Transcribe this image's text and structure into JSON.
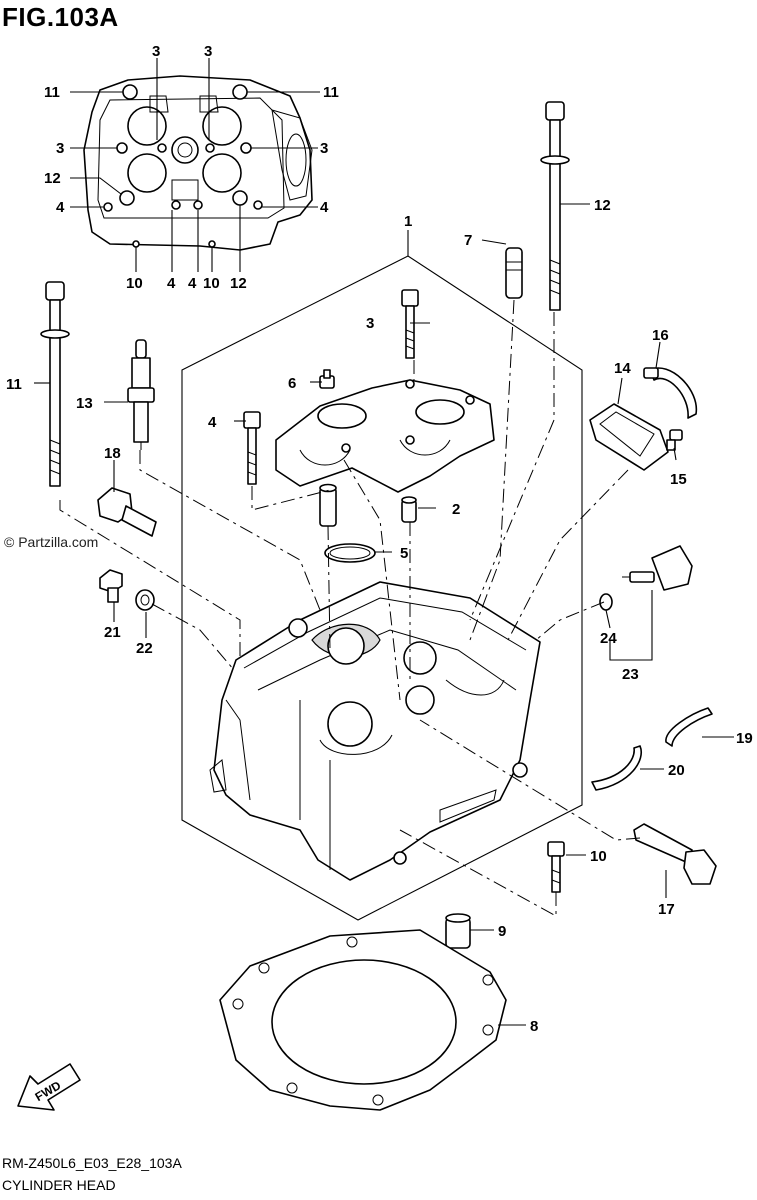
{
  "figure_title": "FIG.103A",
  "watermark": "© Partzilla.com",
  "drawing_code": "RM-Z450L6_E03_E28_103A",
  "caption": "CYLINDER HEAD",
  "fwd_label": "FWD",
  "inset_callouts": {
    "top_left_3": "3",
    "top_right_3": "3",
    "left_11": "11",
    "right_11": "11",
    "left_3": "3",
    "right_3": "3",
    "left_12": "12",
    "left_4": "4",
    "right_4": "4",
    "bottom_10_left": "10",
    "bottom_4_left": "4",
    "bottom_4_mid": "4",
    "bottom_10_mid": "10",
    "bottom_12": "12"
  },
  "part_callouts": {
    "p1": "1",
    "p2": "2",
    "p3": "3",
    "p4": "4",
    "p5": "5",
    "p6": "6",
    "p7": "7",
    "p8": "8",
    "p9": "9",
    "p10": "10",
    "p11": "11",
    "p12": "12",
    "p13": "13",
    "p14": "14",
    "p15": "15",
    "p16": "16",
    "p17": "17",
    "p18": "18",
    "p19": "19",
    "p20": "20",
    "p21": "21",
    "p22": "22",
    "p23": "23",
    "p24": "24"
  }
}
